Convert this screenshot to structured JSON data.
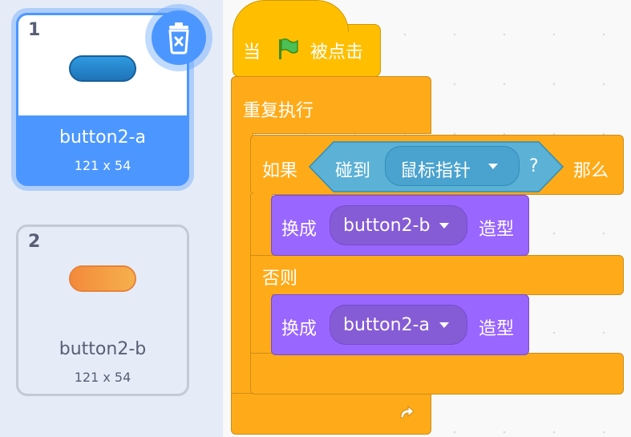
{
  "costumes": [
    {
      "number": "1",
      "name": "button2-a",
      "size": "121 x 54",
      "selected": true,
      "color": "#1f7fcc"
    },
    {
      "number": "2",
      "name": "button2-b",
      "size": "121 x 54",
      "selected": false,
      "color": "#f4a040"
    }
  ],
  "delete_icon": "trash-icon",
  "script": {
    "hat": {
      "prefix": "当",
      "suffix": "被点击",
      "flag_icon": "green-flag-icon"
    },
    "forever": {
      "label": "重复执行",
      "loop_icon": "loop-arrow-icon"
    },
    "if_else": {
      "if_label": "如果",
      "then_label": "那么",
      "else_label": "否则",
      "condition": {
        "label": "碰到",
        "menu_value": "鼠标指针",
        "question": "?"
      }
    },
    "switch_1": {
      "label": "换成",
      "value": "button2-b",
      "suffix": "造型"
    },
    "switch_2": {
      "label": "换成",
      "value": "button2-a",
      "suffix": "造型"
    }
  },
  "colors": {
    "events": "#ffbf00",
    "control": "#ffab19",
    "looks": "#9966ff",
    "sensing": "#5cb1d6",
    "selection": "#4c97ff"
  }
}
